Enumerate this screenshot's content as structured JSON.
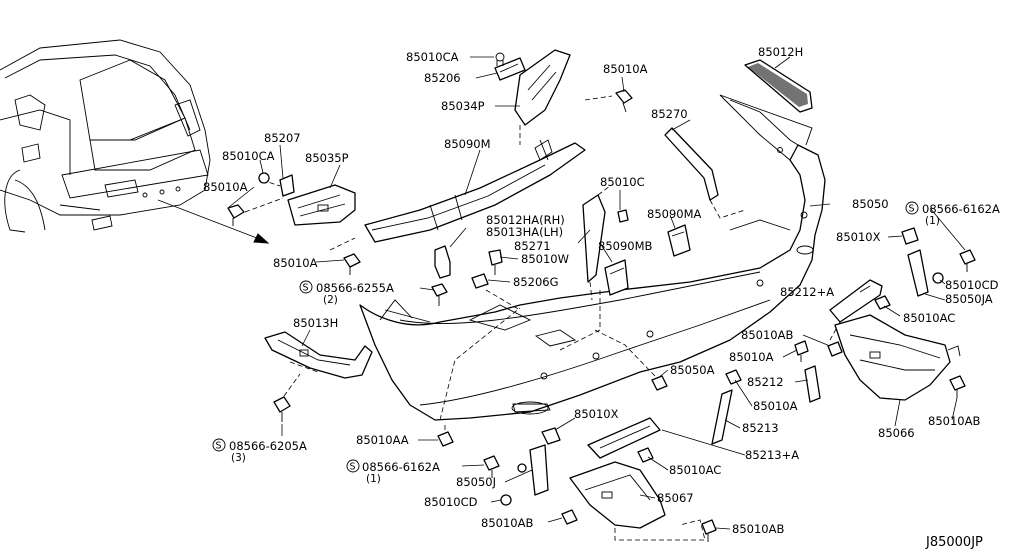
{
  "diagram_code": "J85000JP",
  "labels": {
    "l85010CA_top": "85010CA",
    "l85206": "85206",
    "l85034P": "85034P",
    "l85010A_top": "85010A",
    "l85012H": "85012H",
    "l85270": "85270",
    "l85207": "85207",
    "l85010CA_left": "85010CA",
    "l85035P": "85035P",
    "l85090M": "85090M",
    "l85010A_left": "85010A",
    "l85050": "85050",
    "l85010C": "85010C",
    "l85090MA": "85090MA",
    "l85012HA": "85012HA(RH)",
    "l85013HA": "85013HA(LH)",
    "l85271": "85271",
    "l85090MB": "85090MB",
    "l85010W": "85010W",
    "l85010A_mid": "85010A",
    "l85206G": "85206G",
    "l08566_6255A": "08566-6255A",
    "q08566_6255A": "(2)",
    "l08566_6162A_r": "08566-6162A",
    "q08566_6162A_r": "(1)",
    "l85010X_r": "85010X",
    "l85010CD_r": "85010CD",
    "l85050JA": "85050JA",
    "l85212A": "85212+A",
    "l85010AC_r": "85010AC",
    "l85013H": "85013H",
    "l85010AB_mid": "85010AB",
    "l85010A_m2": "85010A",
    "l85212": "85212",
    "l85050A": "85050A",
    "l85010A_m3": "85010A",
    "l85213": "85213",
    "l85066": "85066",
    "l85010AB_r": "85010AB",
    "l08566_6205A": "08566-6205A",
    "q08566_6205A": "(3)",
    "l85010X_b": "85010X",
    "l85213A": "85213+A",
    "l85010AA": "85010AA",
    "l85010AC_b": "85010AC",
    "l08566_6162A_b": "08566-6162A",
    "q08566_6162A_b": "(1)",
    "l85050J": "85050J",
    "l85067": "85067",
    "l85010CD_b": "85010CD",
    "l85010AB_b1": "85010AB",
    "l85010AB_b2": "85010AB"
  },
  "circled_symbol": "S"
}
